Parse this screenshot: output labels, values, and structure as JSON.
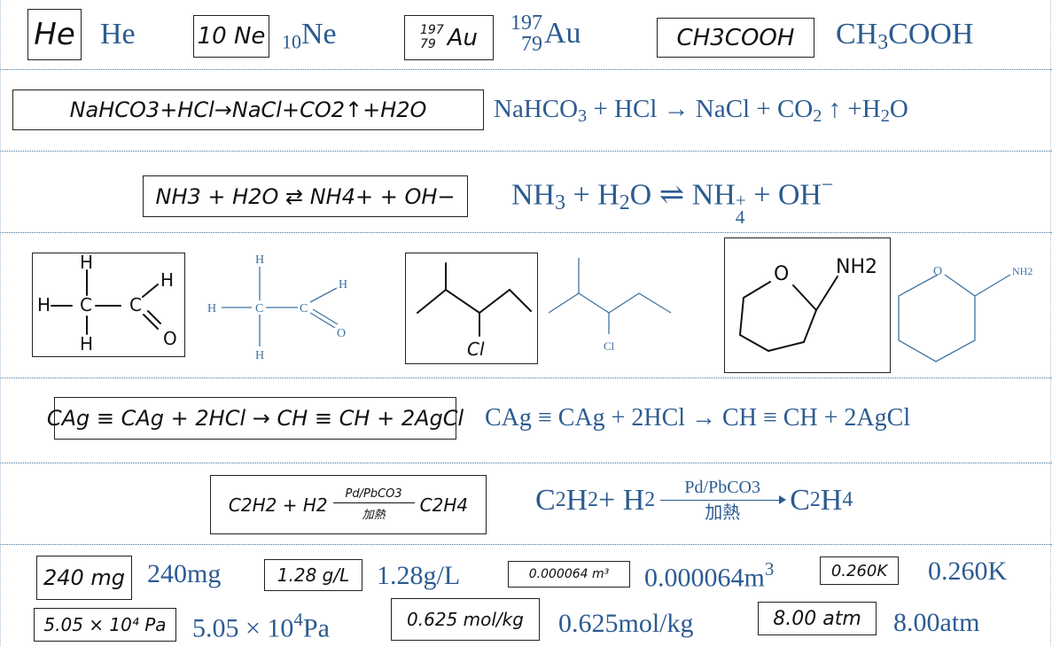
{
  "row1": {
    "hw1": "He",
    "tx1": "He",
    "hw2": "10 Ne",
    "tx2_sub": "10",
    "tx2_el": "Ne",
    "hw3_mass": "197",
    "hw3_num": "79",
    "hw3_el": "Au",
    "tx3_mass": "197",
    "tx3_num": "79",
    "tx3_el": "Au",
    "hw4": "CH3COOH",
    "tx4_a": "CH",
    "tx4_sub": "3",
    "tx4_b": "COOH"
  },
  "row2": {
    "hw": "NaHCO3+HCl→NaCl+CO2↑+H2O",
    "tx_a": "NaHCO",
    "tx_a_sub": "3",
    "tx_b": " + HCl → NaCl + CO",
    "tx_b_sub": "2",
    "tx_c": " ↑ +H",
    "tx_c_sub": "2",
    "tx_d": "O"
  },
  "row3": {
    "hw": "NH3 + H2O ⇄ NH4+ + OH−",
    "tx_a": "NH",
    "tx_a_sub": "3",
    "tx_b": " + H",
    "tx_b_sub": "2",
    "tx_c": "O ⇌ NH",
    "tx_c_sup": "+",
    "tx_c_sub": "4",
    "tx_d": " + OH",
    "tx_d_sup": "−"
  },
  "row4": {
    "mol1_labels": [
      "H",
      "H",
      "C",
      "C",
      "H",
      "O",
      "H"
    ],
    "mol2_label": "Cl",
    "mol3_labels": [
      "O",
      "NH2"
    ]
  },
  "row5": {
    "hw": "CAg ≡ CAg + 2HCl → CH ≡ CH + 2AgCl",
    "tx": "CAg ≡ CAg + 2HCl → CH ≡ CH + 2AgCl"
  },
  "row6": {
    "hw_left": "C2H2 + H2",
    "hw_top": "Pd/PbCO3",
    "hw_bottom": "加熱",
    "hw_right": "C2H4",
    "tx_a": "C",
    "tx_a_sub": "2",
    "tx_b": "H",
    "tx_b_sub": "2",
    "tx_c": " + H",
    "tx_c_sub": "2",
    "tx_top": "Pd/PbCO3",
    "tx_bottom": "加熱",
    "tx_d": "C",
    "tx_d_sub": "2",
    "tx_e": "H",
    "tx_e_sub": "4"
  },
  "row7": {
    "hw1": "240 mg",
    "tx1": "240mg",
    "hw2": "1.28 g/L",
    "tx2": "1.28g/L",
    "hw3": "0.000064 m³",
    "tx3": "0.000064m",
    "tx3_sup": "3",
    "hw4": "0.260K",
    "tx4": "0.260K"
  },
  "row8": {
    "hw1": "5.05 × 10⁴ Pa",
    "tx1_a": "5.05 × 10",
    "tx1_sup": "4",
    "tx1_b": "Pa",
    "hw2": "0.625 mol/kg",
    "tx2": "0.625mol/kg",
    "hw3": "8.00 atm",
    "tx3": "8.00atm"
  }
}
